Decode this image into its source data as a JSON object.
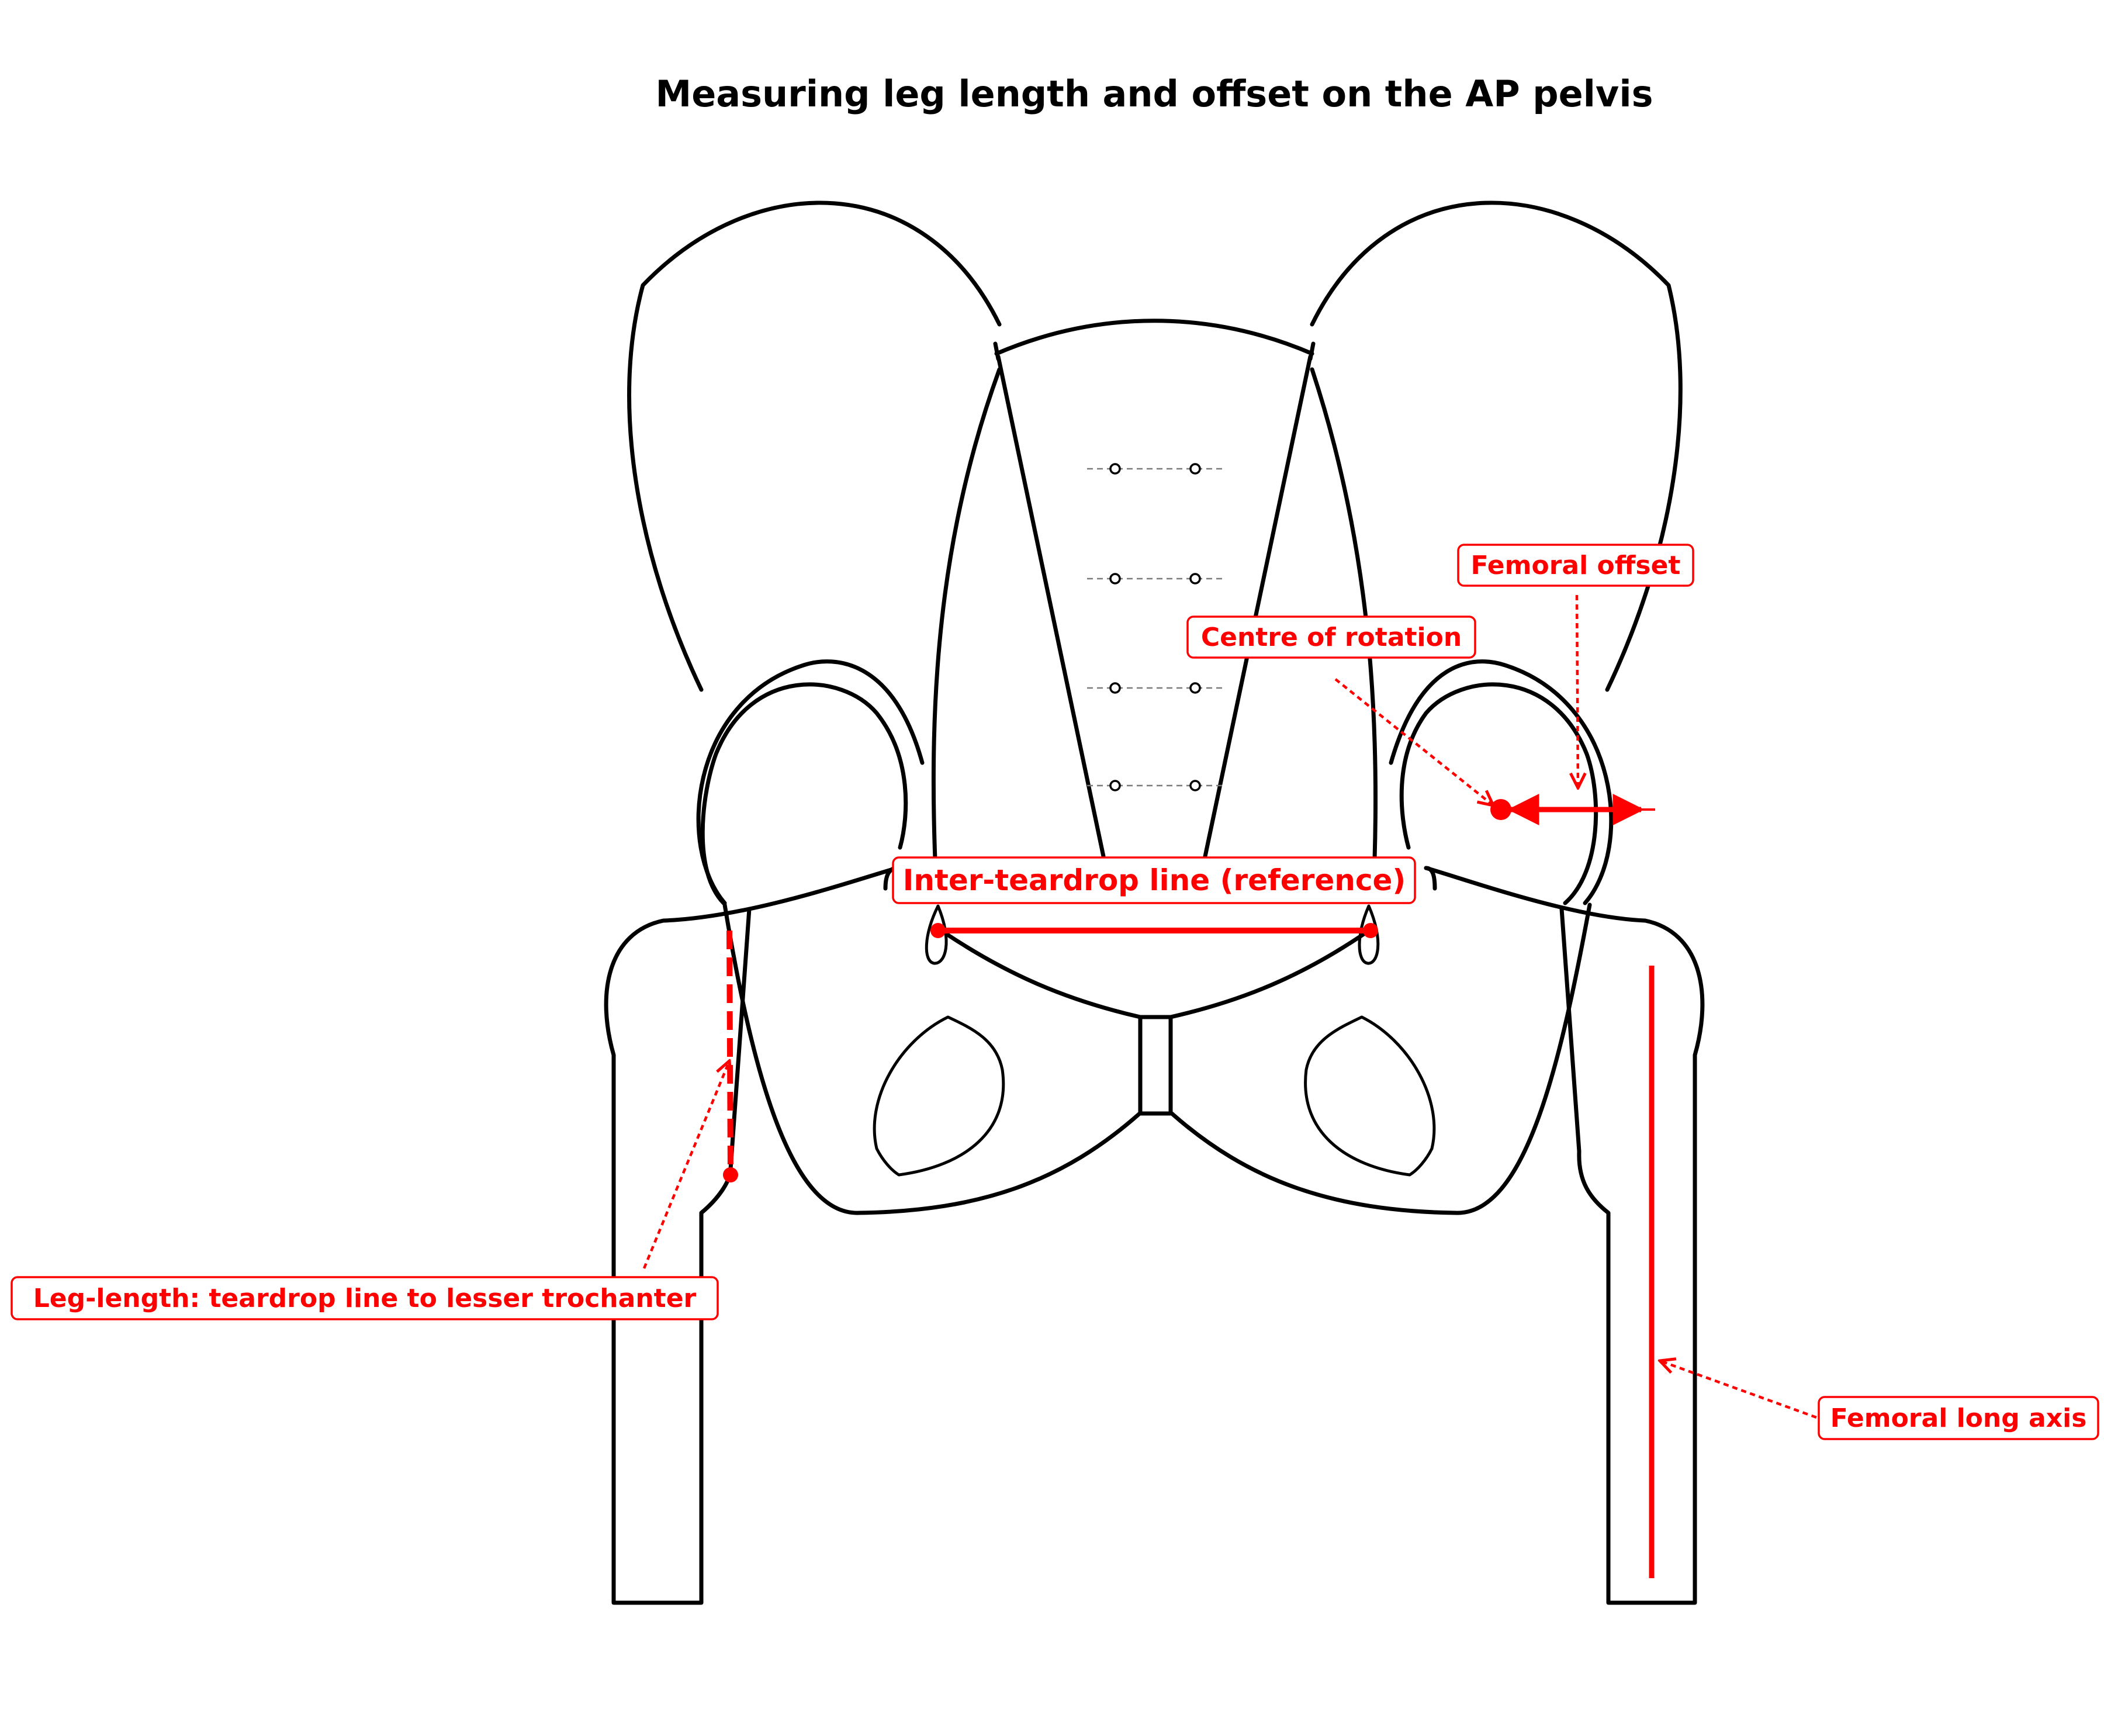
{
  "title": "Measuring leg length and offset on the AP pelvis",
  "colors": {
    "annotation": "#ff0000",
    "outline": "#000000",
    "foramen_guide": "#7a7a7a",
    "background": "#ffffff"
  },
  "labels": {
    "femoral_offset": "Femoral offset",
    "centre_of_rotation": "Centre of rotation",
    "inter_teardrop": "Inter-teardrop line (reference)",
    "leg_length": "Leg-length: teardrop line to lesser trochanter",
    "femoral_long_axis": "Femoral long axis"
  }
}
